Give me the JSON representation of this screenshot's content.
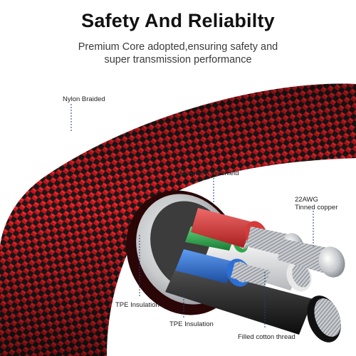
{
  "header": {
    "title": "Safety And Reliabilty",
    "subtitle_line1": "Premium Core adopted,ensuring safety and",
    "subtitle_line2": "super transmission performance"
  },
  "labels": {
    "nylon_braided": "Nylon Braided",
    "aluminum_foil_shield": "Aluminum foil shield",
    "copper_line1": "22AWG",
    "copper_line2": "Tinned copper",
    "tpe_insulation_1": "TPE Insulation",
    "tpe_insulation_2": "TPE Insulation",
    "filled_cotton_thread": "Filled cotton thread"
  },
  "colors": {
    "braid_red": "#c8141b",
    "braid_black": "#1a1a1a",
    "foil": "#c9cacc",
    "wire_red": "#d63a3a",
    "wire_green": "#2fa84a",
    "wire_blue": "#2c6fd6",
    "wire_white": "#efefef",
    "wire_black": "#222222",
    "copper_strand": "#bfc3c8",
    "leader_line": "#2a3a8a"
  }
}
